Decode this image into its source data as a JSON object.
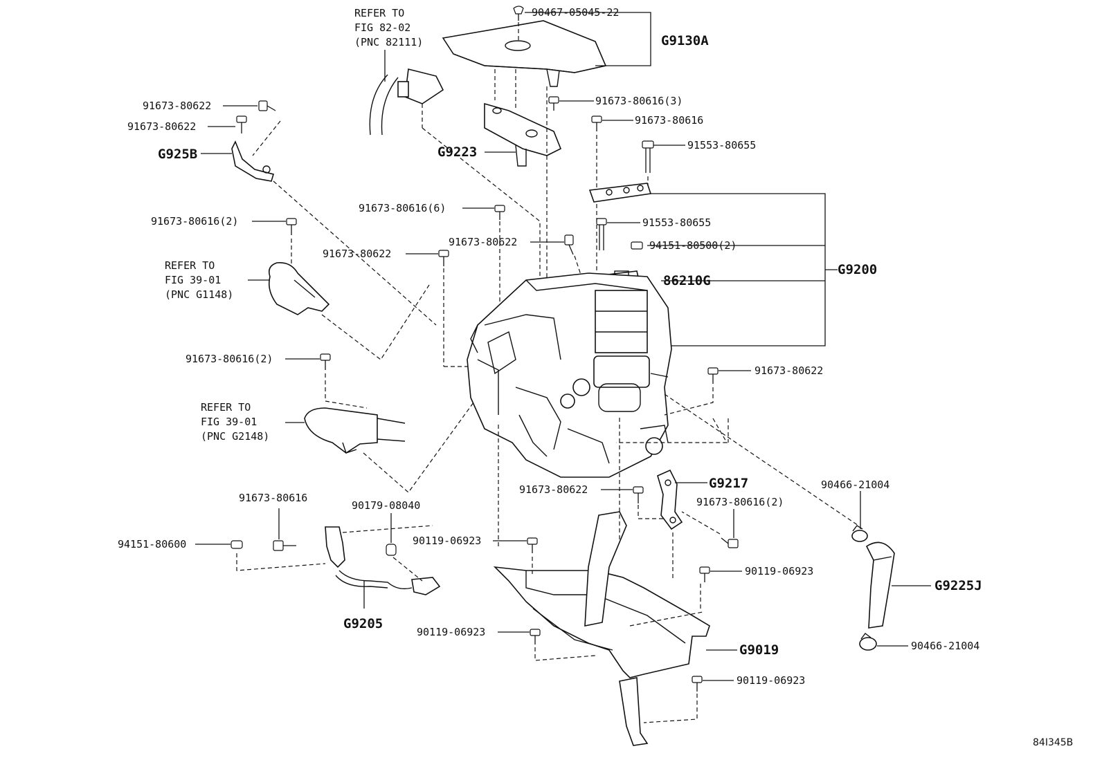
{
  "labels": {
    "l_9046705045": "90467-05045-22",
    "l_g9130a": "G9130A",
    "l_refer_8202_1": "REFER TO",
    "l_refer_8202_2": "FIG 82-02",
    "l_refer_8202_3": "(PNC 82111)",
    "l_9167380622_a": "91673-80622",
    "l_9167380622_b": "91673-80622",
    "l_g925b": "G925B",
    "l_9167380616_3": "91673-80616(3)",
    "l_9167380616_top": "91673-80616",
    "l_g9223": "G9223",
    "l_9155380655_a": "91553-80655",
    "l_9167380616_6": "91673-80616(6)",
    "l_9167380616_2a": "91673-80616(2)",
    "l_9167380622_c": "91673-80622",
    "l_9155380655_b": "91553-80655",
    "l_9167380622_d": "91673-80622",
    "l_9415180500": "94151-80500(2)",
    "l_g9200": "G9200",
    "l_86210g": "86210G",
    "l_refer_g1148_1": "REFER TO",
    "l_refer_g1148_2": "FIG 39-01",
    "l_refer_g1148_3": "(PNC G1148)",
    "l_9167380616_2b": "91673-80616(2)",
    "l_9167380622_e": "91673-80622",
    "l_refer_g2148_1": "REFER TO",
    "l_refer_g2148_2": "FIG 39-01",
    "l_refer_g2148_3": "(PNC G2148)",
    "l_9167380622_f": "91673-80622",
    "l_g9217": "G9217",
    "l_9046621004_a": "90466-21004",
    "l_9167380616_2c": "91673-80616(2)",
    "l_9167380616_b": "91673-80616",
    "l_9017908040": "90179-08040",
    "l_9415180600": "94151-80600",
    "l_9011906923_a": "90119-06923",
    "l_9011906923_b": "90119-06923",
    "l_g9205": "G9205",
    "l_g9225j": "G9225J",
    "l_9011906923_c": "90119-06923",
    "l_g9019": "G9019",
    "l_9046621004_b": "90466-21004",
    "l_9011906923_d": "90119-06923",
    "l_code": "84I345B"
  }
}
